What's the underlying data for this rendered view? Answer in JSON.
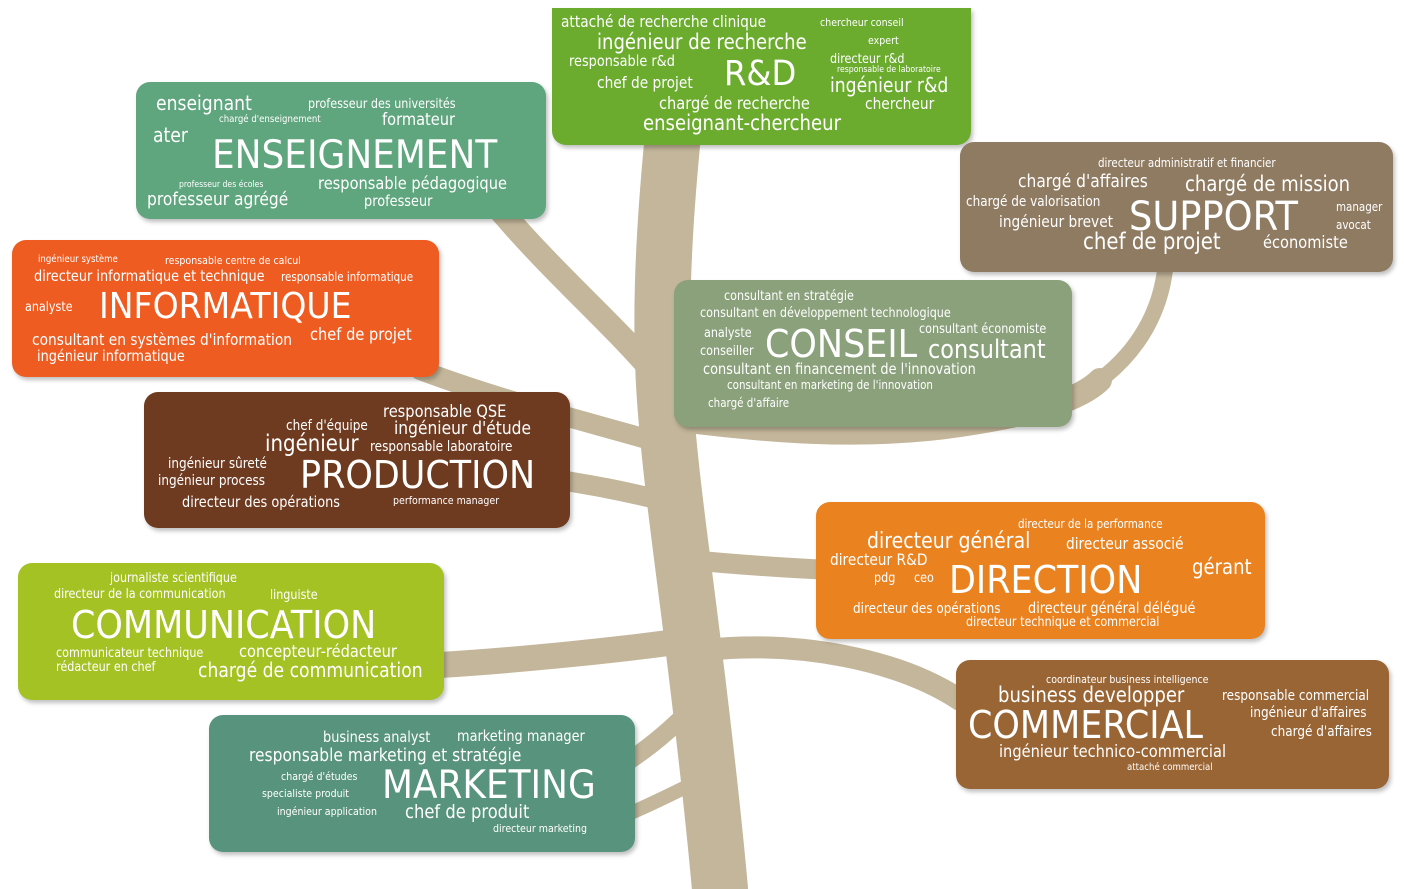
{
  "colors": {
    "trunk": "#c3b69a",
    "rd": "#6bab2e",
    "enseignement": "#5fa57e",
    "support": "#8f7b62",
    "informatique": "#ee5c22",
    "conseil": "#8aa17b",
    "production": "#6e3a20",
    "direction": "#e9821f",
    "communication": "#a4c223",
    "commercial": "#9a6535",
    "marketing": "#58937e"
  },
  "rd": {
    "title": "R&D",
    "w1": "attaché de recherche clinique",
    "w2": "chercheur conseil",
    "w3": "ingénieur de recherche",
    "w4": "expert",
    "w5": "responsable r&d",
    "w6": "directeur r&d",
    "w7": "responsable de laboratoire",
    "w8": "chef de projet",
    "w9": "ingénieur r&d",
    "w10": "chargé de recherche",
    "w11": "chercheur",
    "w12": "enseignant-chercheur"
  },
  "enseignement": {
    "title": "ENSEIGNEMENT",
    "w1": "enseignant",
    "w2": "professeur des universités",
    "w3": "chargé d'enseignement",
    "w4": "formateur",
    "w5": "ater",
    "w6": "professeur des écoles",
    "w7": "responsable pédagogique",
    "w8": "professeur agrégé",
    "w9": "professeur"
  },
  "support": {
    "title": "SUPPORT",
    "w1": "directeur administratif et financier",
    "w2": "chargé d'affaires",
    "w3": "chargé de mission",
    "w4": "chargé de valorisation",
    "w5": "manager",
    "w6": "ingénieur brevet",
    "w7": "avocat",
    "w8": "chef de projet",
    "w9": "économiste"
  },
  "informatique": {
    "title": "INFORMATIQUE",
    "w1": "ingénieur système",
    "w2": "responsable centre de calcul",
    "w3": "directeur informatique et technique",
    "w4": "responsable informatique",
    "w5": "analyste",
    "w6": "consultant en systèmes d'information",
    "w7": "chef de projet",
    "w8": "ingénieur informatique"
  },
  "conseil": {
    "title": "CONSEIL",
    "w1": "consultant en stratégie",
    "w2": "consultant en développement technologique",
    "w3": "analyste",
    "w4": "consultant économiste",
    "w5": "conseiller",
    "w6": "consultant",
    "w7": "consultant en financement de l'innovation",
    "w8": "consultant en marketing de l'innovation",
    "w9": "chargé d'affaire"
  },
  "production": {
    "title": "PRODUCTION",
    "w1": "responsable QSE",
    "w2": "chef d'équipe",
    "w3": "ingénieur d'étude",
    "w4": "ingénieur",
    "w5": "responsable laboratoire",
    "w6": "ingénieur sûreté",
    "w7": "ingénieur process",
    "w8": "directeur des opérations",
    "w9": "performance manager"
  },
  "direction": {
    "title": "DIRECTION",
    "w1": "directeur de la performance",
    "w2": "directeur général",
    "w3": "directeur associé",
    "w4": "directeur R&D",
    "w5": "gérant",
    "w6": "pdg",
    "w7": "ceo",
    "w8": "directeur des opérations",
    "w9": "directeur général délégué",
    "w10": "directeur technique et commercial"
  },
  "communication": {
    "title": "COMMUNICATION",
    "w1": "journaliste scientifique",
    "w2": "directeur de la communication",
    "w3": "linguiste",
    "w4": "communicateur technique",
    "w5": "concepteur-rédacteur",
    "w6": "rédacteur en chef",
    "w7": "chargé de communication"
  },
  "commercial": {
    "title": "COMMERCIAL",
    "w1": "coordinateur business intelligence",
    "w2": "business developper",
    "w3": "responsable commercial",
    "w4": "ingénieur d'affaires",
    "w5": "chargé d'affaires",
    "w6": "ingénieur technico-commercial",
    "w7": "attaché commercial"
  },
  "marketing": {
    "title": "MARKETING",
    "w1": "business analyst",
    "w2": "marketing manager",
    "w3": "responsable marketing et stratégie",
    "w4": "chargé d'études",
    "w5": "specialiste produit",
    "w6": "ingénieur application",
    "w7": "chef de produit",
    "w8": "directeur marketing"
  }
}
